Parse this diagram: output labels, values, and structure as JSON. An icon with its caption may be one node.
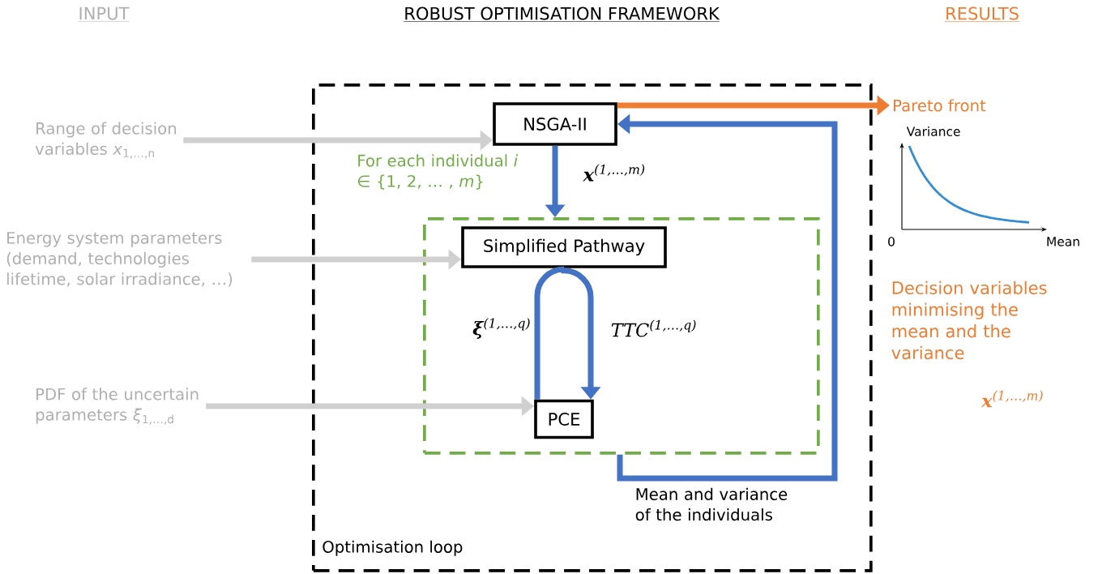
{
  "diagram": {
    "nodes": [
      {
        "text": [
          "Optimisation loop"
        ]
      },
      {
        "text": [
          "For each individual *i* ∈ {1, 2, … , *m*}"
        ],
        "in": 0
      },
      {
        "text": [
          "NSGA-II"
        ],
        "in": 0
      },
      {
        "text": [
          "Simplified Pathway"
        ],
        "in": 1
      },
      {
        "text": [
          "PCE"
        ],
        "in": 1
      },
      {
        "text": [
          "Range of decision variables *x*$_{1,…,n}$"
        ]
      },
      {
        "text": [
          "Energy system parameters (demand, technologies lifetime, solar irradiance, …)"
        ]
      },
      {
        "text": [
          "PDF of the uncertain parameters *ξ*$_{1,…,d}$"
        ]
      },
      {
        "text": [
          "Pareto front"
        ]
      }
    ],
    "edges": [
      {
        "from": 5,
        "to": 2,
        "arrow": "to",
        "color": "#d0d0d0"
      },
      {
        "from": 6,
        "to": 3,
        "arrow": "to",
        "color": "#d0d0d0"
      },
      {
        "from": 7,
        "to": 4,
        "arrow": "to",
        "color": "#d0d0d0"
      },
      {
        "from": 2,
        "to": 1,
        "arrow": "to",
        "label": "**x**$^{(1,…,m)}$",
        "color": "#4472c4"
      },
      {
        "from": 4,
        "to": 3,
        "arrow": "none",
        "label": "**ξ**$^{(1,…,q)}$",
        "color": "#4472c4"
      },
      {
        "from": 3,
        "to": 4,
        "arrow": "to",
        "label": "*TTC*$^{(1,…,q)}$",
        "color": "#4472c4"
      },
      {
        "from": 1,
        "to": 2,
        "arrow": "to",
        "label": "Mean and variance of the individuals",
        "color": "#4472c4"
      },
      {
        "from": 2,
        "to": 8,
        "arrow": "to",
        "color": "#ed7d31"
      }
    ],
    "labels": [
      "INPUT",
      "ROBUST OPTIMISATION FRAMEWORK",
      "RESULTS",
      "Variance",
      "0",
      "Mean",
      "Decision variables minimising the mean and the variance",
      "**x**$^{(1,…,m)}$"
    ]
  }
}
